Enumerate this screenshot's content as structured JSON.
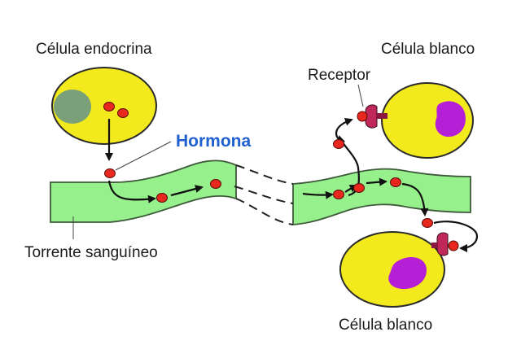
{
  "labels": {
    "endocrine_cell": "Célula endocrina",
    "target_cell_top": "Célula blanco",
    "receptor": "Receptor",
    "hormone": "Hormona",
    "bloodstream": "Torrente sanguíneo",
    "target_cell_bottom": "Célula blanco"
  },
  "colors": {
    "cell_fill": "#f2ea1c",
    "nucleus_endocrine": "#7aa07a",
    "nucleus_target": "#b51fd6",
    "hormone": "#e8281e",
    "vessel": "#96f08c",
    "receptor": "#c0285a",
    "hormone_label": "#1f5fcf"
  },
  "icons": [
    "hormone-dot",
    "receptor-icon",
    "arrow-icon"
  ]
}
